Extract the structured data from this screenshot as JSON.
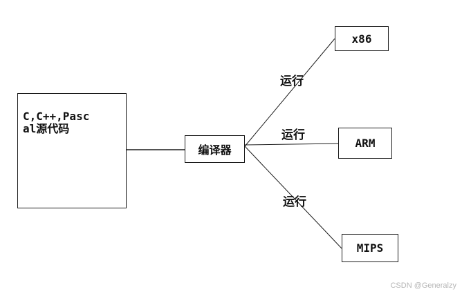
{
  "source": {
    "line1": "C,C++,Pasc",
    "line2": "al源代码"
  },
  "compiler": {
    "label": "编译器"
  },
  "targets": [
    {
      "label": "x86"
    },
    {
      "label": "ARM"
    },
    {
      "label": "MIPS"
    }
  ],
  "edges": {
    "run_label": "运行"
  },
  "watermark": "CSDN @Generalzy",
  "colors": {
    "stroke": "#1a1a1a",
    "text": "#111111",
    "background": "#ffffff",
    "watermark": "#b5b5b5"
  }
}
